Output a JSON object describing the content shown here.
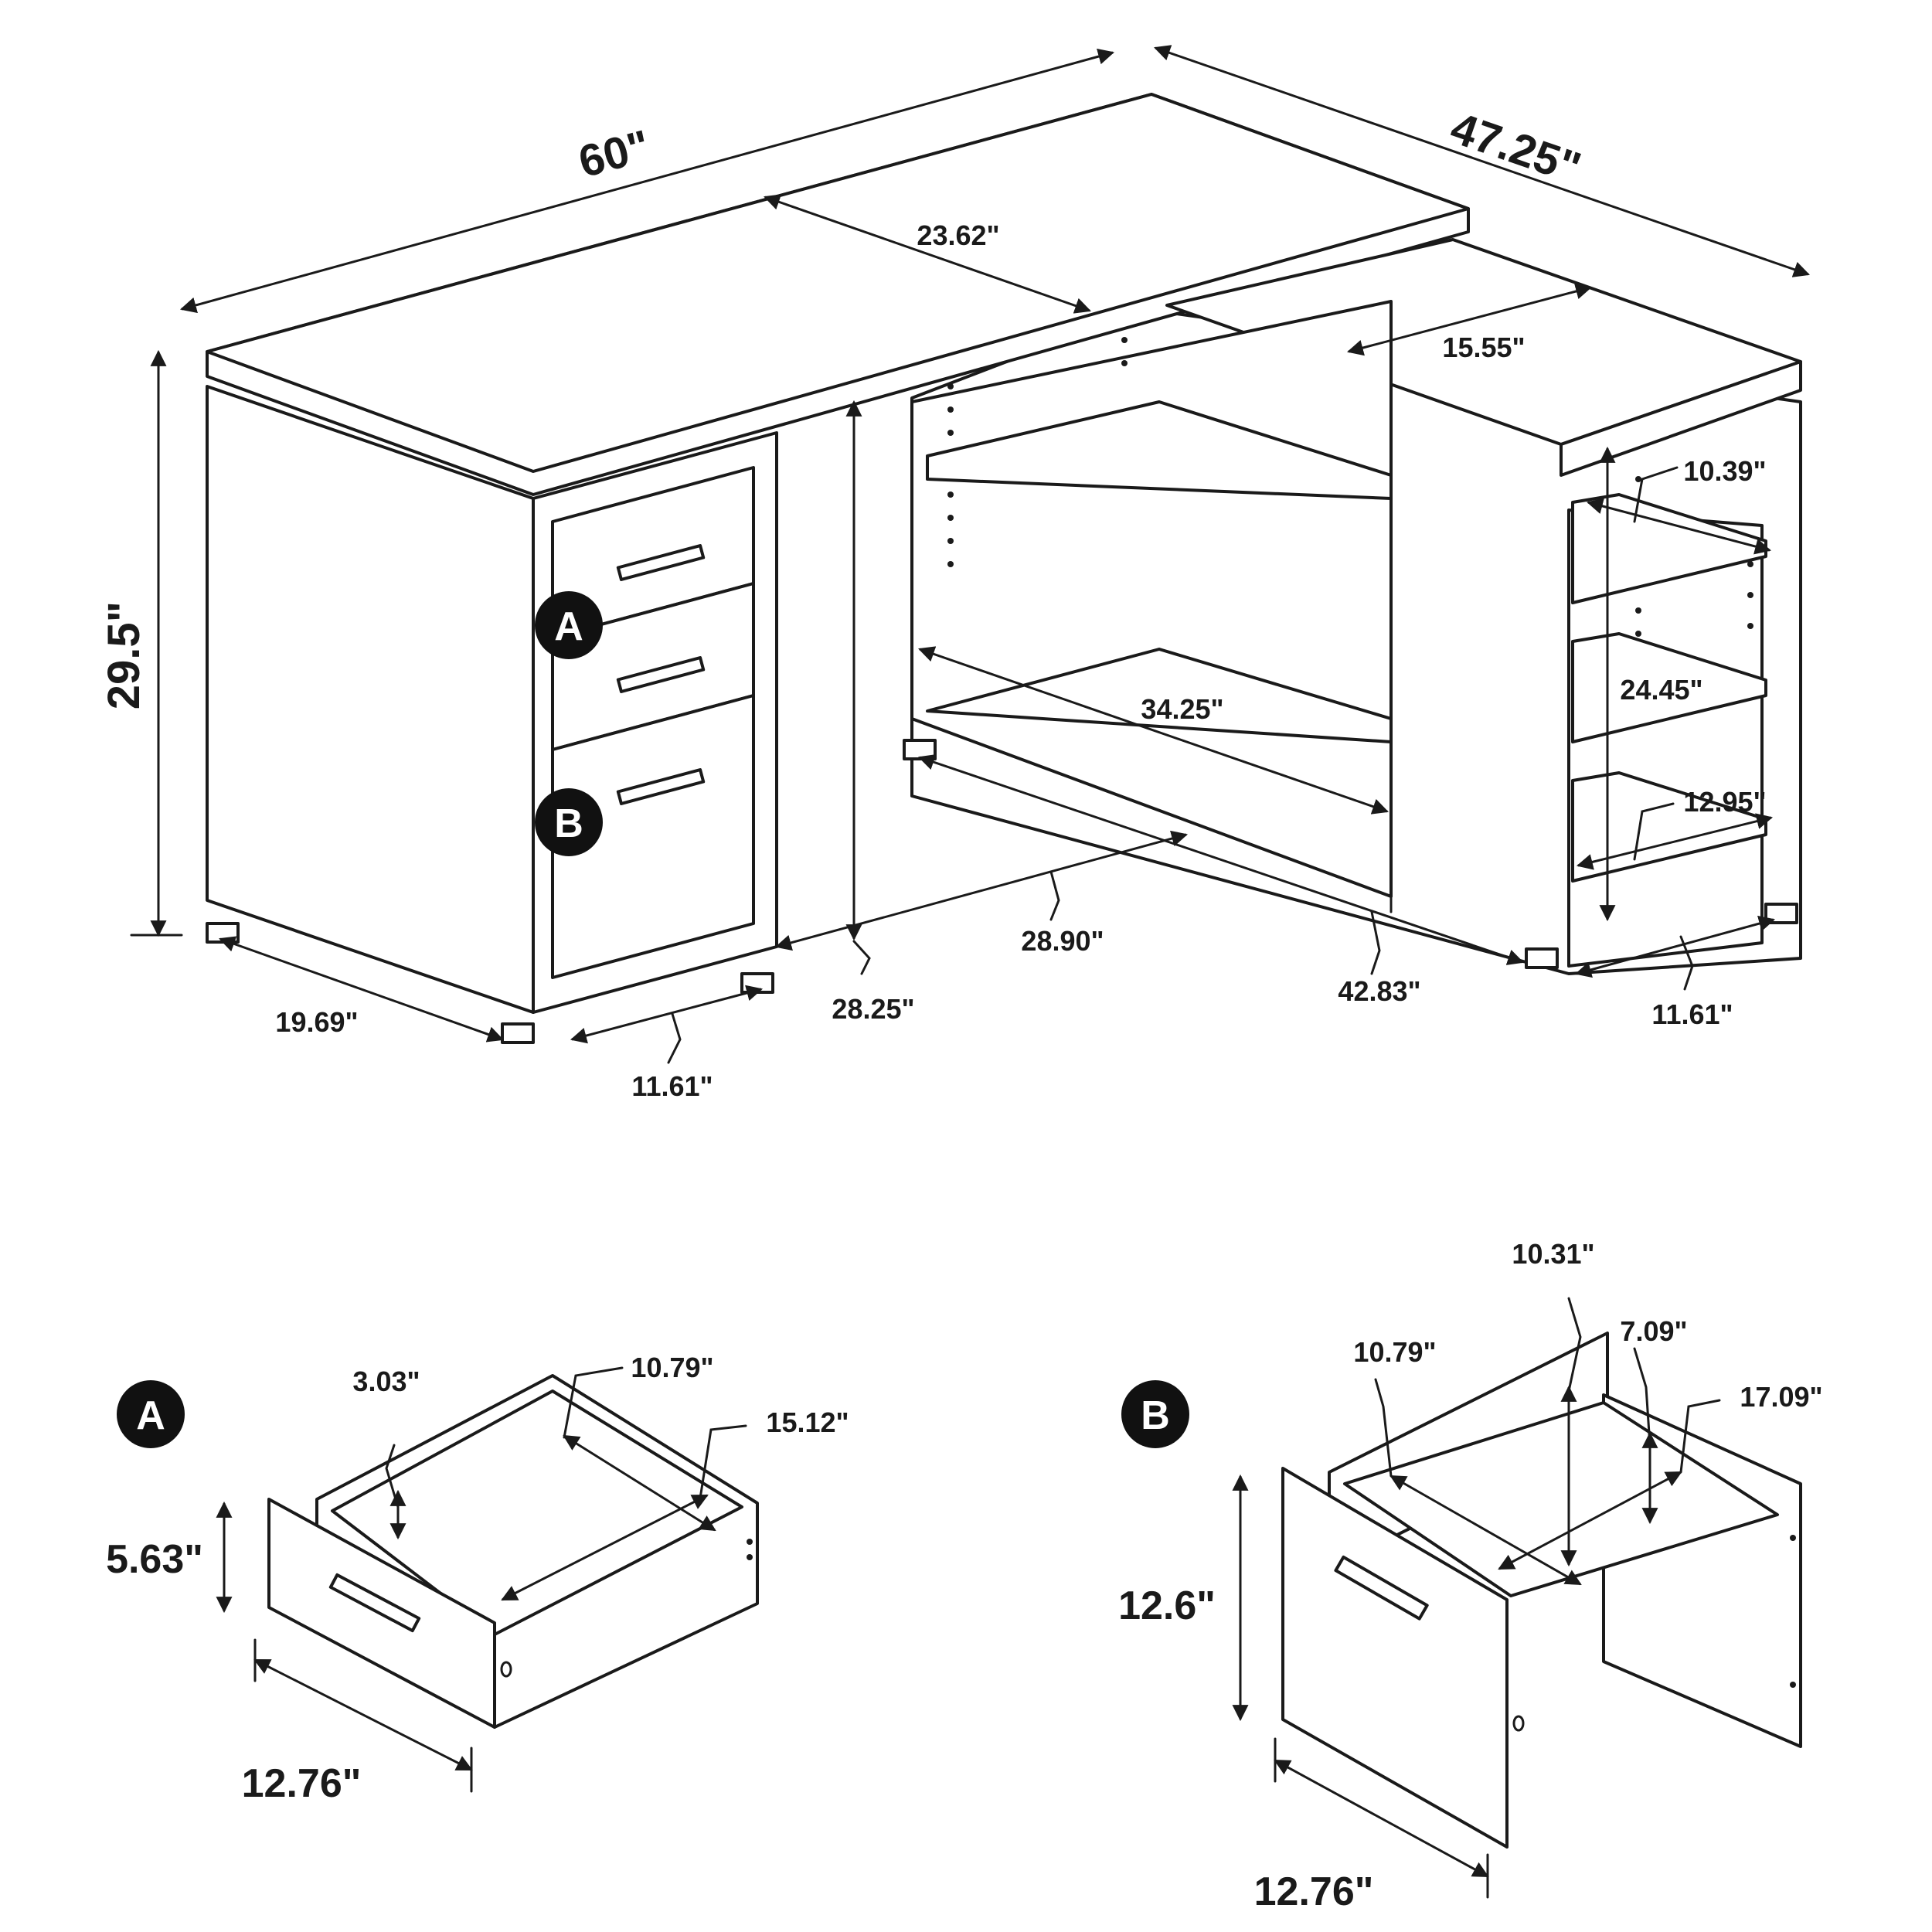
{
  "desk": {
    "width": "60\"",
    "depth": "47.25\"",
    "height": "29.5\"",
    "top_depth": "23.62\"",
    "return_depth": "15.55\"",
    "shelf_height": "10.39\"",
    "side_height": "24.45\"",
    "side_shelf_depth": "12.95\"",
    "open_width": "34.25\"",
    "knee_width": "28.90\"",
    "knee_height": "28.25\"",
    "return_length": "42.83\"",
    "pedestal_depth": "19.69\"",
    "pedestal_width": "11.61\"",
    "return_width": "11.61\""
  },
  "drawer_a": {
    "badge": "A",
    "height": "5.63\"",
    "inner_depth": "3.03\"",
    "inner_width": "10.79\"",
    "length": "15.12\"",
    "front_width": "12.76\""
  },
  "drawer_b": {
    "badge": "B",
    "height": "12.6\"",
    "inner_width": "10.79\"",
    "back_height": "10.31\"",
    "side_height": "7.09\"",
    "length": "17.09\"",
    "front_width": "12.76\""
  },
  "colors": {
    "line": "#1a1a1a",
    "badge": "#111111",
    "background": "#ffffff"
  }
}
